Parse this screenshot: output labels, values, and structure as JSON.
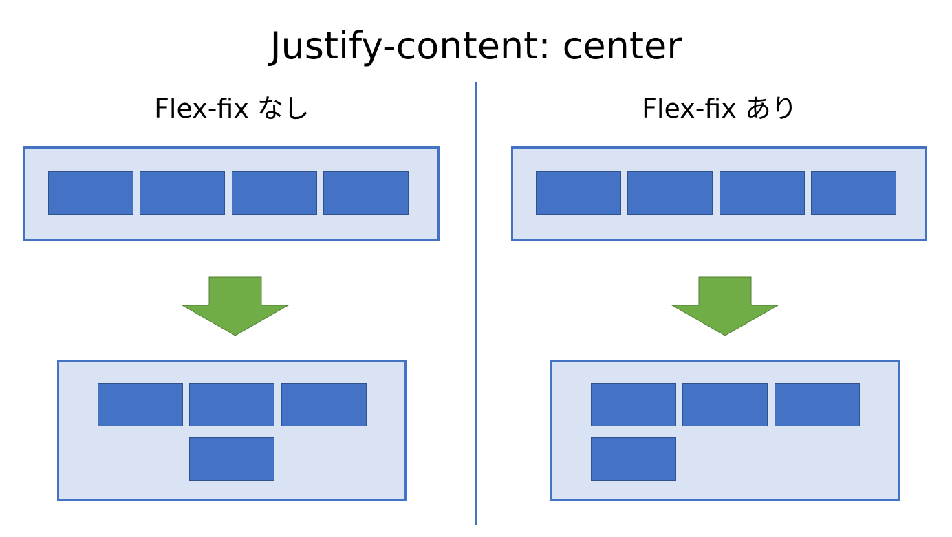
{
  "title": "Justify-content: center",
  "panels": [
    {
      "id": "left",
      "subtitle": "Flex-fix なし"
    },
    {
      "id": "right",
      "subtitle": "Flex-fix あり"
    }
  ],
  "colors": {
    "container_fill": "#dae3f3",
    "container_border": "#4472c4",
    "item_fill": "#4472c4",
    "item_border": "#2f528f",
    "arrow_fill": "#70ad47",
    "arrow_stroke": "#507e32",
    "divider": "#4472c4"
  },
  "icons": {
    "transition_arrow": "down-arrow-icon"
  }
}
